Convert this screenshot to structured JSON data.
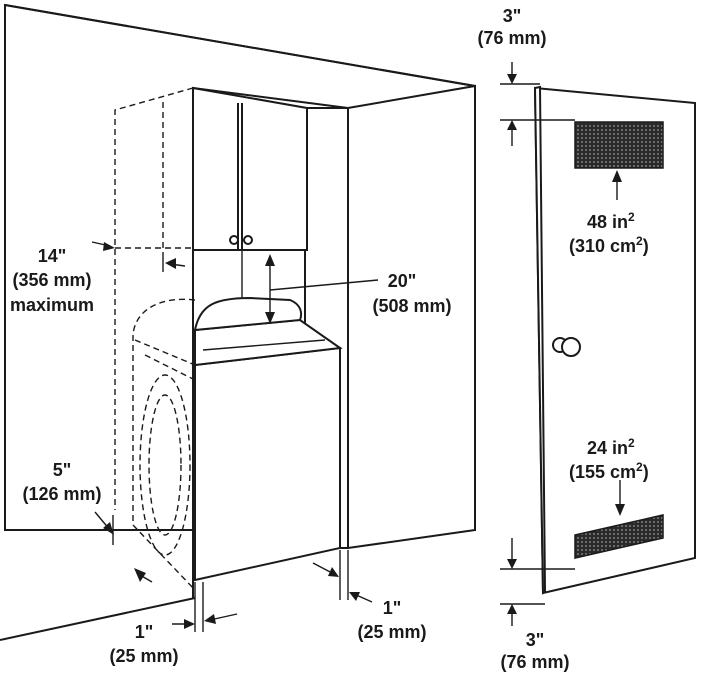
{
  "labels": {
    "top_spacing_in": "3\"",
    "top_spacing_mm": "(76 mm)",
    "top_vent_area_in": "48 in",
    "top_vent_area_cm": "(310 cm",
    "bottom_vent_area_in": "24 in",
    "bottom_vent_area_cm": "(155 cm",
    "squared": "2",
    "close_paren": ")",
    "bottom_spacing_in": "3\"",
    "bottom_spacing_mm": "(76 mm)",
    "cabinet_depth_in": "14\"",
    "cabinet_depth_mm": "(356 mm)",
    "cabinet_depth_note": "maximum",
    "cabinet_clearance_in": "20\"",
    "cabinet_clearance_mm": "(508 mm)",
    "rear_gap_in": "5\"",
    "rear_gap_mm": "(126 mm)",
    "side_gap_left_in": "1\"",
    "side_gap_left_mm": "(25 mm)",
    "side_gap_right_in": "1\"",
    "side_gap_right_mm": "(25 mm)"
  }
}
